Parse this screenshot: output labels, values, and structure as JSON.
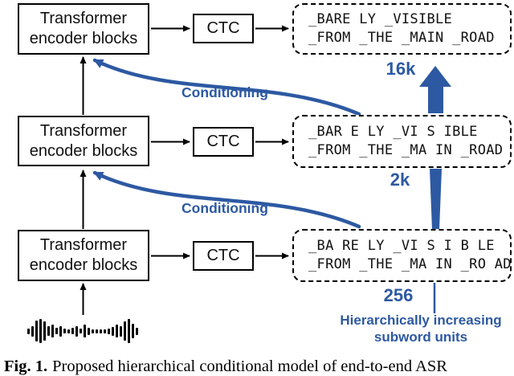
{
  "colors": {
    "accent_blue": "#2d59a2",
    "ink": "#000000"
  },
  "encoder_box": {
    "line1": "Transformer",
    "line2": "encoder blocks"
  },
  "ctc_label": "CTC",
  "outputs": [
    {
      "line1": "_BARE LY _VISIBLE",
      "line2": "_FROM _THE _MAIN _ROAD",
      "units_label": "16k"
    },
    {
      "line1": "_BAR E LY _VI S IBLE",
      "line2": "_FROM _THE _MA IN _ROAD",
      "units_label": "2k"
    },
    {
      "line1": "_BA RE LY _VI S I B LE",
      "line2": "_FROM _THE _MA IN _RO AD",
      "units_label": "256"
    }
  ],
  "conditioning_label": "Conditioning",
  "annotation": {
    "line1": "Hierarchically increasing",
    "line2": "subword units"
  },
  "waveform": {
    "icon": "audio-waveform-icon",
    "heights": [
      7,
      13,
      26,
      30,
      24,
      12,
      16,
      8,
      13,
      6,
      5,
      8,
      13,
      6,
      16,
      9,
      5,
      5,
      5,
      5,
      7,
      11,
      16,
      13,
      24,
      30,
      18,
      9
    ]
  },
  "caption": {
    "label": "Fig. 1.",
    "text": "Proposed hierarchical conditional model of end-to-end ASR"
  }
}
